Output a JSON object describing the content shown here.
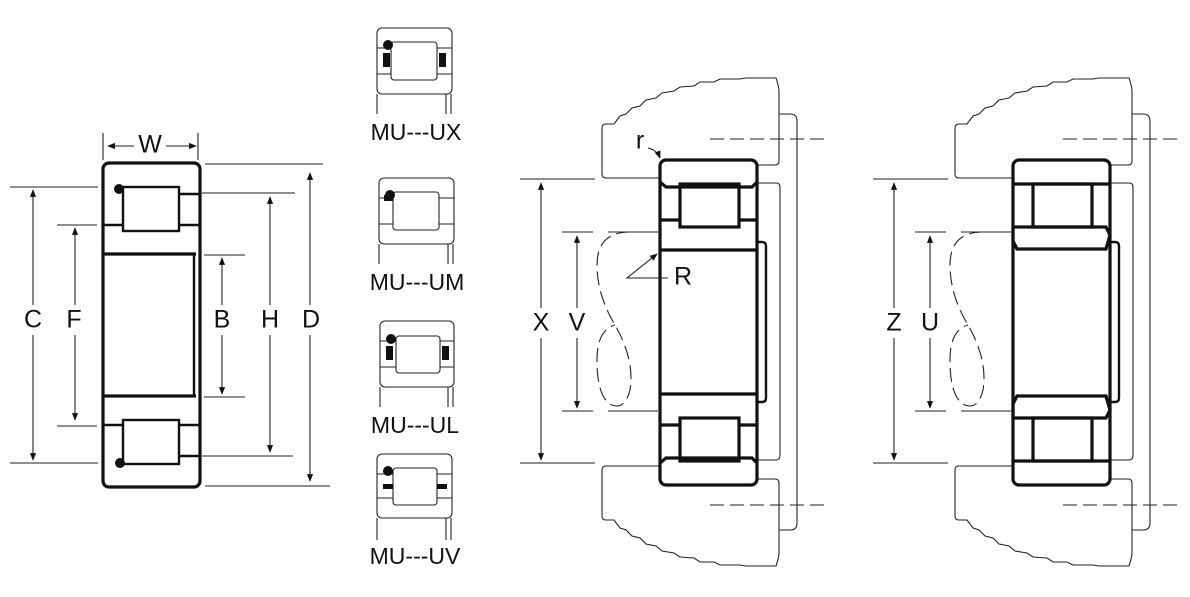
{
  "main_view": {
    "labels": {
      "w": "W",
      "c": "C",
      "f": "F",
      "b": "B",
      "h": "H",
      "d": "D"
    }
  },
  "variants": [
    {
      "label": "MU---UX"
    },
    {
      "label": "MU---UM"
    },
    {
      "label": "MU---UL"
    },
    {
      "label": "MU---UV"
    }
  ],
  "mounting_view_1": {
    "labels": {
      "x": "X",
      "v": "V",
      "r_small": "r",
      "r_large": "R"
    }
  },
  "mounting_view_2": {
    "labels": {
      "z": "Z",
      "u": "U"
    }
  }
}
